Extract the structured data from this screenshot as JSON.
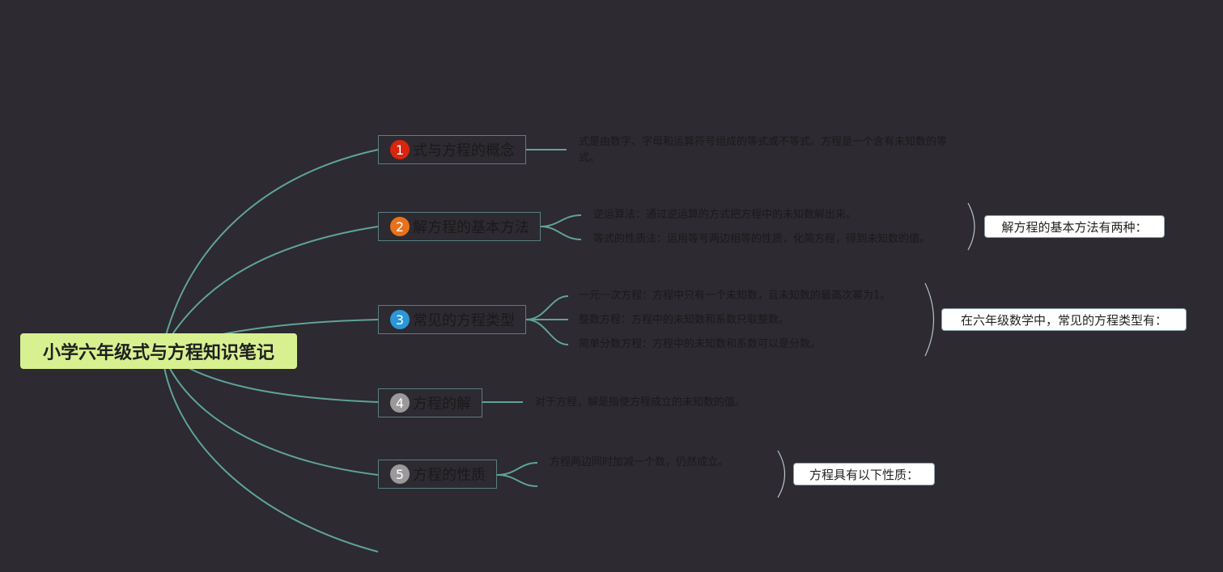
{
  "root": {
    "title": "小学六年级式与方程知识笔记"
  },
  "topics": [
    {
      "number": "1",
      "label": "式与方程的概念",
      "badge_color": "#d9250e",
      "details": [
        "式是由数字、字母和运算符号组成的等式或不等式。方程是一个含有未知数的等",
        "式。"
      ]
    },
    {
      "number": "2",
      "label": "解方程的基本方法",
      "badge_color": "#e8711b",
      "details": [
        "逆运算法：通过逆运算的方式把方程中的未知数解出来。",
        "等式的性质法：运用等号两边相等的性质，化简方程，得到未知数的值。"
      ],
      "summary": "解方程的基本方法有两种："
    },
    {
      "number": "3",
      "label": "常见的方程类型",
      "badge_color": "#2b96d8",
      "details": [
        "一元一次方程：方程中只有一个未知数，且未知数的最高次幂为1。",
        "整数方程：方程中的未知数和系数只取整数。",
        "简单分数方程：方程中的未知数和系数可以是分数。"
      ],
      "summary": "在六年级数学中，常见的方程类型有："
    },
    {
      "number": "4",
      "label": "方程的解",
      "badge_color": "#9a9a9a",
      "details": [
        "对于方程，解是指使方程成立的未知数的值。"
      ]
    },
    {
      "number": "5",
      "label": "方程的性质",
      "badge_color": "#9a9a9a",
      "details": [
        "方程两边同时加减一个数，仍然成立。"
      ],
      "summary": "方程具有以下性质："
    }
  ],
  "colors": {
    "background": "#2d2a31",
    "connector": "#5fa39a",
    "root_fill": "#d8f190",
    "topic_border": "#5a7f80"
  }
}
